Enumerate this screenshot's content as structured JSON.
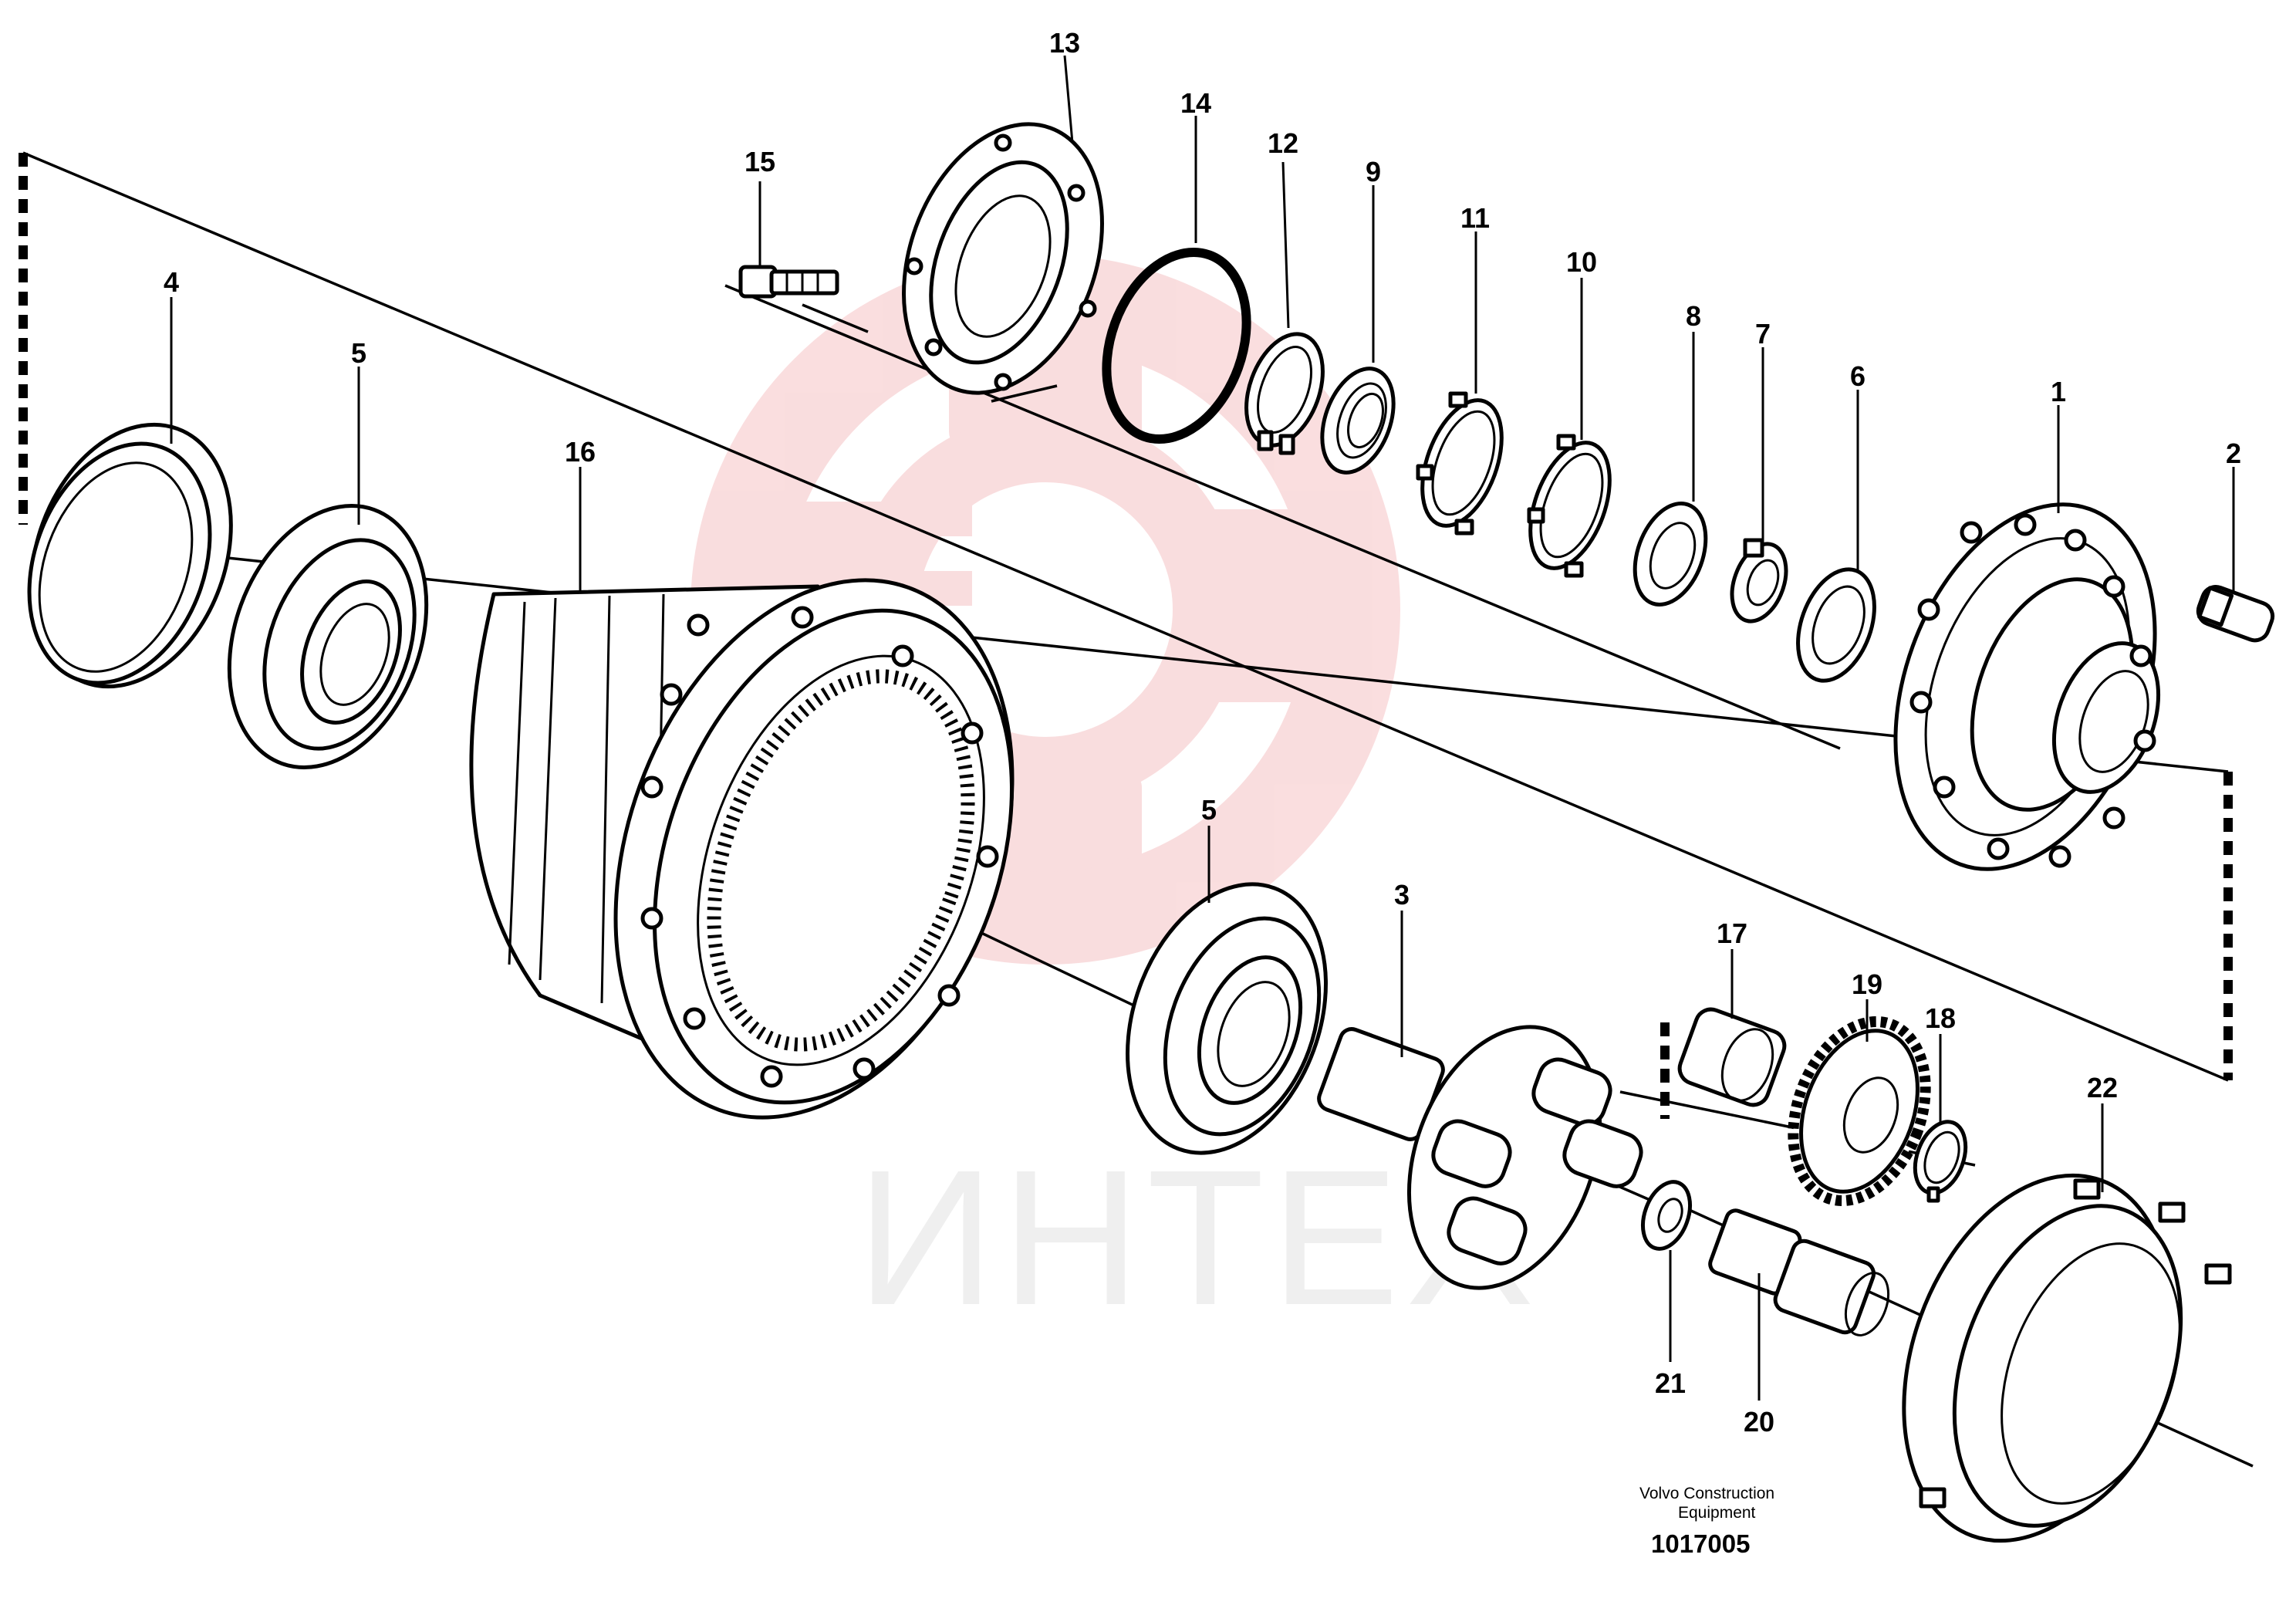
{
  "callouts": [
    {
      "id": "13",
      "label": "13"
    },
    {
      "id": "14",
      "label": "14"
    },
    {
      "id": "15",
      "label": "15"
    },
    {
      "id": "12",
      "label": "12"
    },
    {
      "id": "9",
      "label": "9"
    },
    {
      "id": "11",
      "label": "11"
    },
    {
      "id": "10",
      "label": "10"
    },
    {
      "id": "8",
      "label": "8"
    },
    {
      "id": "7",
      "label": "7"
    },
    {
      "id": "6",
      "label": "6"
    },
    {
      "id": "1",
      "label": "1"
    },
    {
      "id": "2",
      "label": "2"
    },
    {
      "id": "4",
      "label": "4"
    },
    {
      "id": "5a",
      "label": "5"
    },
    {
      "id": "16",
      "label": "16"
    },
    {
      "id": "5b",
      "label": "5"
    },
    {
      "id": "3",
      "label": "3"
    },
    {
      "id": "17",
      "label": "17"
    },
    {
      "id": "19",
      "label": "19"
    },
    {
      "id": "18",
      "label": "18"
    },
    {
      "id": "22",
      "label": "22"
    },
    {
      "id": "21",
      "label": "21"
    },
    {
      "id": "20",
      "label": "20"
    }
  ],
  "caption": {
    "line1": "Volvo Construction",
    "line2": "Equipment",
    "number": "1017005"
  },
  "watermark": {
    "text": "ИНТЕХ",
    "color": "#f5c2c4",
    "text_color": "#e3e3e3"
  }
}
